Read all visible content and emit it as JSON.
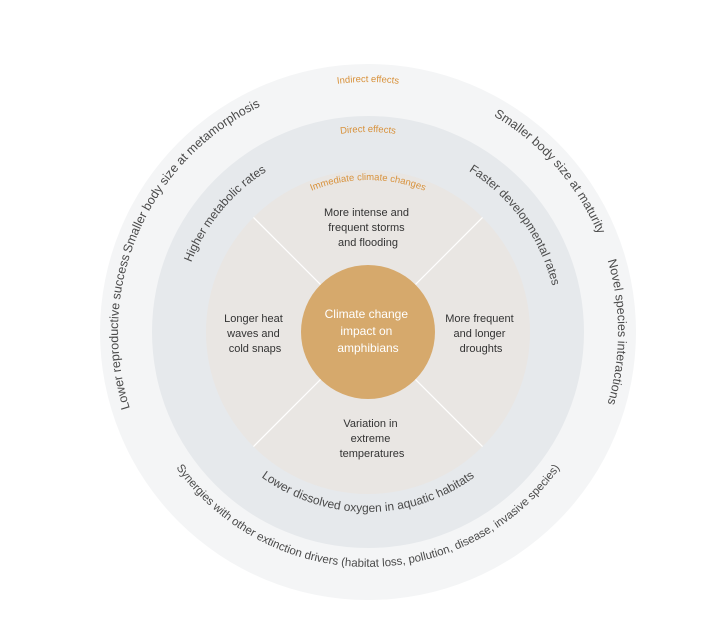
{
  "diagram": {
    "center": [
      "Climate change",
      "impact on",
      "amphibians"
    ],
    "rings": {
      "indirect_title": "Indirect effects",
      "direct_title": "Direct effects",
      "immediate_title": "Immediate climate changes"
    },
    "sectors": {
      "top": [
        "More intense and",
        "frequent storms",
        "and flooding"
      ],
      "right": [
        "More frequent",
        "and longer",
        "droughts"
      ],
      "bottom": [
        "Variation in",
        "extreme",
        "temperatures"
      ],
      "left": [
        "Longer heat",
        "waves and",
        "cold snaps"
      ]
    },
    "direct_effects": {
      "higher_metabolic": "Higher metabolic rates",
      "faster_developmental": "Faster developmental rates",
      "lower_oxygen": "Lower dissolved oxygen in aquatic habitats"
    },
    "indirect_effects": {
      "smaller_metamorphosis": "Smaller body size at metamorphosis",
      "smaller_maturity": "Smaller body size at maturity",
      "novel_species": "Novel species interactions",
      "lower_reproductive": "Lower reproductive success",
      "synergies": "Synergies with other extinction drivers (habitat loss, pollution, disease, invasive species)"
    },
    "colors": {
      "outer_ring": "#f4f5f6",
      "middle_ring": "#e6e9ec",
      "inner_circle": "#e9e6e3",
      "center": "#d6a96c",
      "accent_text": "#d8913a",
      "divider": "#ffffff"
    }
  }
}
